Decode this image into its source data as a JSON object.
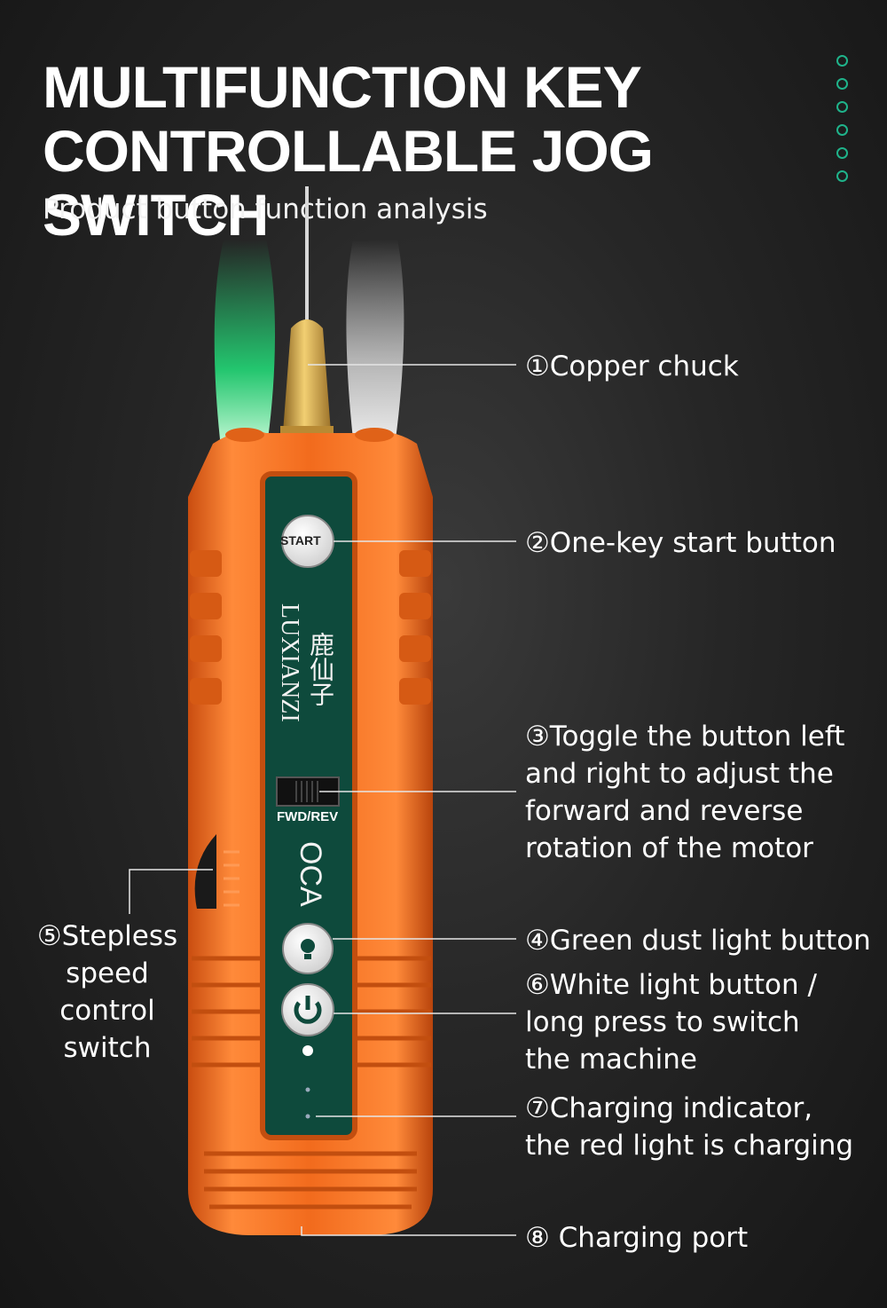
{
  "header": {
    "title_line1": "MULTIFUNCTION KEY",
    "title_line2": "CONTROLLABLE JOG SWITCH",
    "subtitle": "Product button function analysis"
  },
  "device": {
    "start_label": "START",
    "brand_cn": "鹿仙子",
    "brand_en": "LUXIANZI",
    "switch_label": "FWD/REV",
    "model": "OCA",
    "body_color": "#f26b1d",
    "panel_color": "#0e4a3c",
    "chuck_color": "#d6a63c",
    "green_light_color": "#22e07a",
    "white_light_color": "#ffffff",
    "icons": [
      "start-button-icon",
      "bulb-icon",
      "power-icon",
      "small-bulb-icon"
    ]
  },
  "callouts": {
    "copper_chuck": [
      "①Copper chuck"
    ],
    "start_button": [
      "②One-key start button"
    ],
    "toggle": [
      "③Toggle the button left",
      "and right to adjust the",
      "forward and reverse",
      "rotation of the motor"
    ],
    "green_light": [
      "④Green dust light button"
    ],
    "speed_switch": [
      "⑤Stepless",
      "speed",
      "control",
      "switch"
    ],
    "white_light": [
      "⑥White light button /",
      "long press to switch",
      "the machine"
    ],
    "charging_indicator": [
      "⑦Charging indicator,",
      "the red light is charging"
    ],
    "charging_port": [
      "⑧ Charging port"
    ]
  },
  "accent_color": "#1fb38a"
}
